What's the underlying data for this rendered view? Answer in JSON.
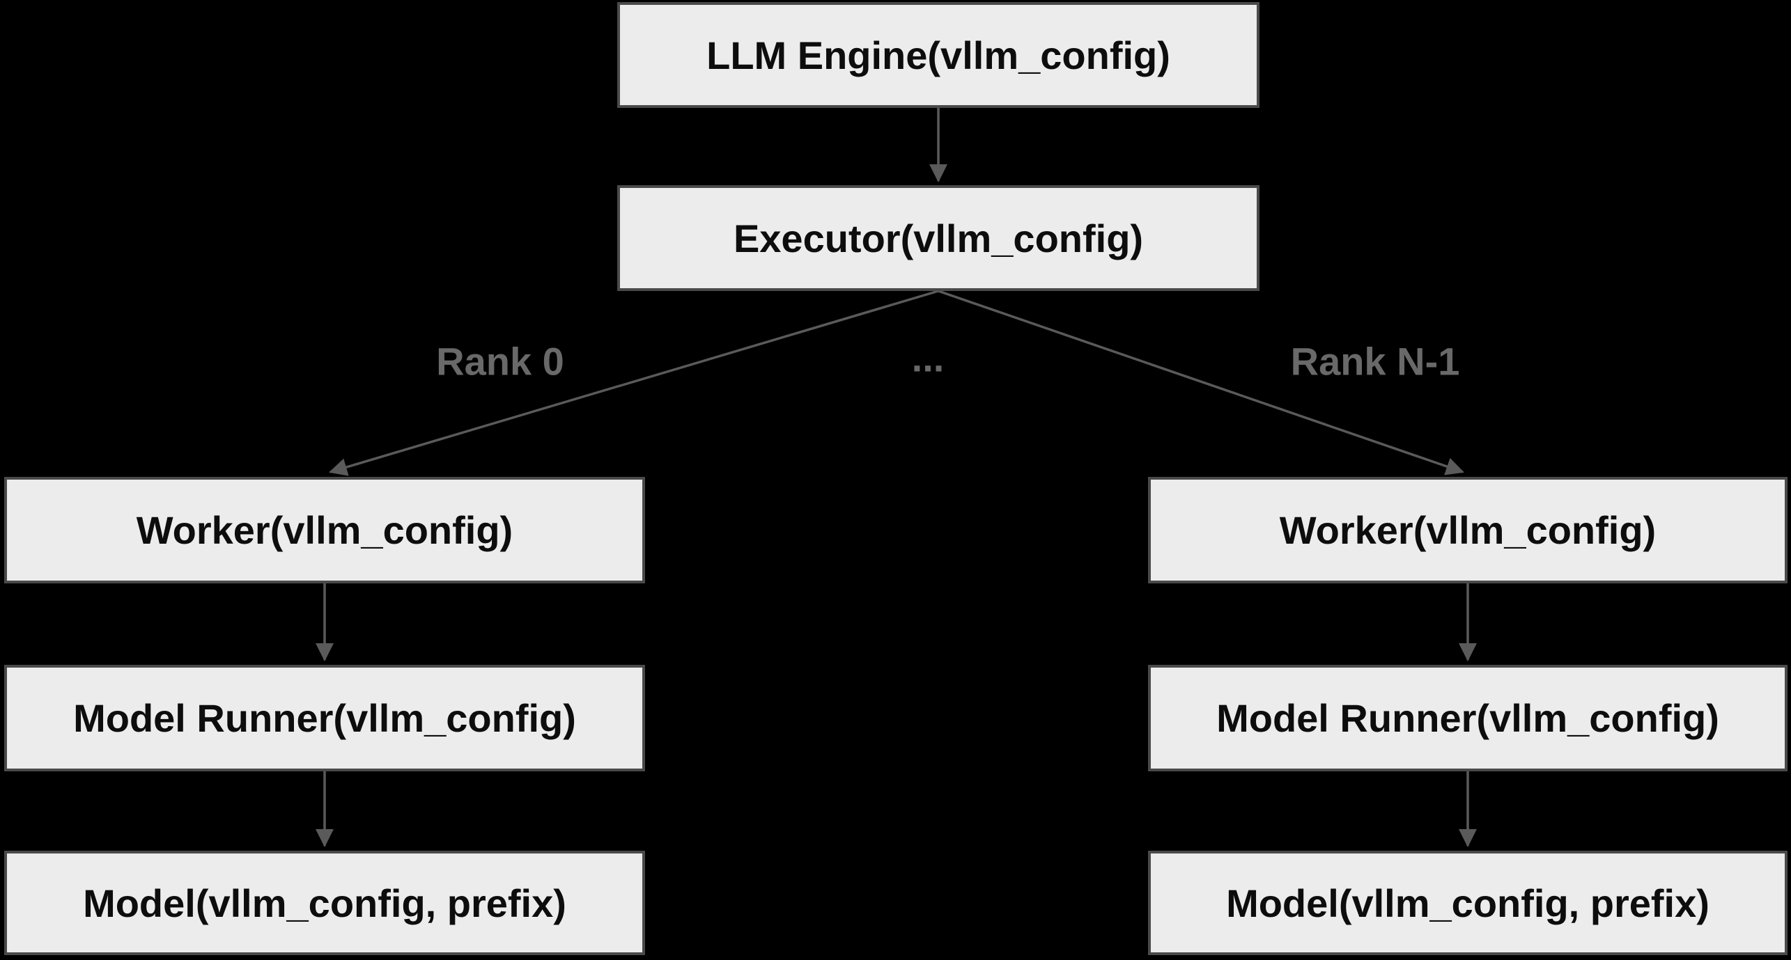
{
  "diagram": {
    "type": "flowchart",
    "colors": {
      "background": "#000000",
      "node_fill": "#ececec",
      "node_border": "#4a4a4a",
      "node_text": "#0d0d0d",
      "edge_line": "#5a5a5a",
      "edge_label_text": "#696969"
    },
    "nodes": {
      "llm_engine": {
        "label": "LLM Engine(vllm_config)"
      },
      "executor": {
        "label": "Executor(vllm_config)"
      },
      "worker_left": {
        "label": "Worker(vllm_config)"
      },
      "worker_right": {
        "label": "Worker(vllm_config)"
      },
      "model_runner_left": {
        "label": "Model Runner(vllm_config)"
      },
      "model_runner_right": {
        "label": "Model Runner(vllm_config)"
      },
      "model_left": {
        "label": "Model(vllm_config, prefix)"
      },
      "model_right": {
        "label": "Model(vllm_config, prefix)"
      }
    },
    "edge_labels": {
      "rank0": "Rank 0",
      "ellipsis": "...",
      "rankN": "Rank N-1"
    },
    "edges": [
      {
        "from": "llm_engine",
        "to": "executor"
      },
      {
        "from": "executor",
        "to": "worker_left",
        "label": "Rank 0"
      },
      {
        "from": "executor",
        "to": "worker_right",
        "label": "Rank N-1"
      },
      {
        "from": "worker_left",
        "to": "model_runner_left"
      },
      {
        "from": "model_runner_left",
        "to": "model_left"
      },
      {
        "from": "worker_right",
        "to": "model_runner_right"
      },
      {
        "from": "model_runner_right",
        "to": "model_right"
      }
    ]
  }
}
